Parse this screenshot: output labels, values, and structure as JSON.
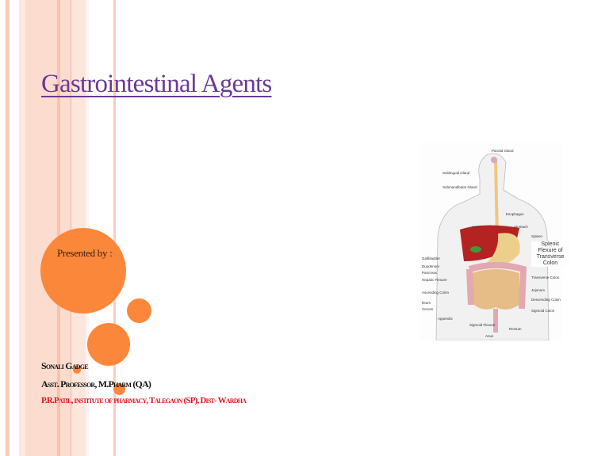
{
  "slide": {
    "title": "Gastrointestinal Agents",
    "presented_by": "Presented by :",
    "author_name": "Sonali  Gadge",
    "author_role": "Asst. Professor, M.Pharm (QA)",
    "institute": "P.R.Patil, institute of pharmacy, Talegaon (SP), Dist- Wardha"
  },
  "diagram": {
    "labels": {
      "parotid": "Parotid Gland",
      "sublingual": "Sublingual Gland",
      "submandibular": "Submandibular Gland",
      "esophagus": "Esophagus",
      "liver": "Liver",
      "stomach": "Stomach",
      "spleen": "Spleen",
      "splenic": "Splenic Flexure of Transverse Colon",
      "gallbladder": "Gallbladder",
      "duodenum": "Duodenum",
      "pancreas": "Pancreas",
      "hepatic": "Hepatic Flexure",
      "transverse": "Transverse Colon",
      "ascending": "Ascending Colon",
      "jejunum": "Jejunum",
      "ileum": "Ileum",
      "cecum": "Cecum",
      "descending": "Descending Colon",
      "appendix": "Appendix",
      "sigmoid_colon": "Sigmoid Colon",
      "sigmoid_flexure": "Sigmoid Flexure",
      "rectum": "Rectum",
      "anus": "Anus"
    }
  },
  "colors": {
    "accent": "#fb873b",
    "title": "#6b3a97",
    "institute": "#e0141c"
  }
}
